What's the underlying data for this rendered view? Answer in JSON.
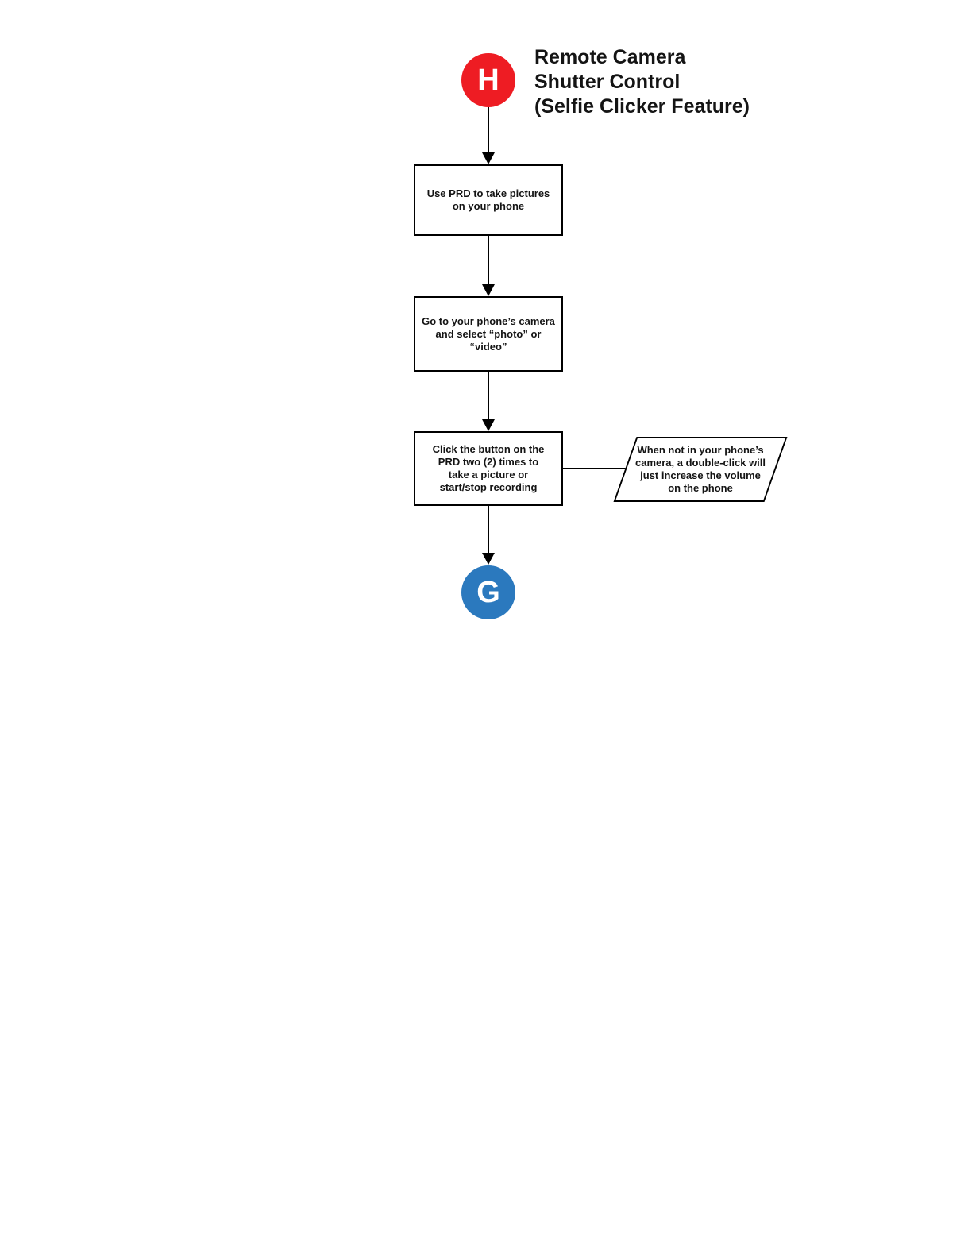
{
  "flowchart": {
    "start_node": {
      "label": "H",
      "color": "#ee1c23"
    },
    "title": "Remote Camera\nShutter Control\n(Selfie Clicker Feature)",
    "steps": [
      {
        "text": "Use PRD to take pictures\non your phone"
      },
      {
        "text": "Go to your phone’s camera\nand select “photo” or\n“video”"
      },
      {
        "text": "Click the button on the\nPRD two (2) times to\ntake a picture or\nstart/stop recording"
      }
    ],
    "note": {
      "text": "When not in your phone’s\ncamera, a double-click will\njust increase the volume\non the phone"
    },
    "end_node": {
      "label": "G",
      "color": "#2b79be"
    }
  }
}
